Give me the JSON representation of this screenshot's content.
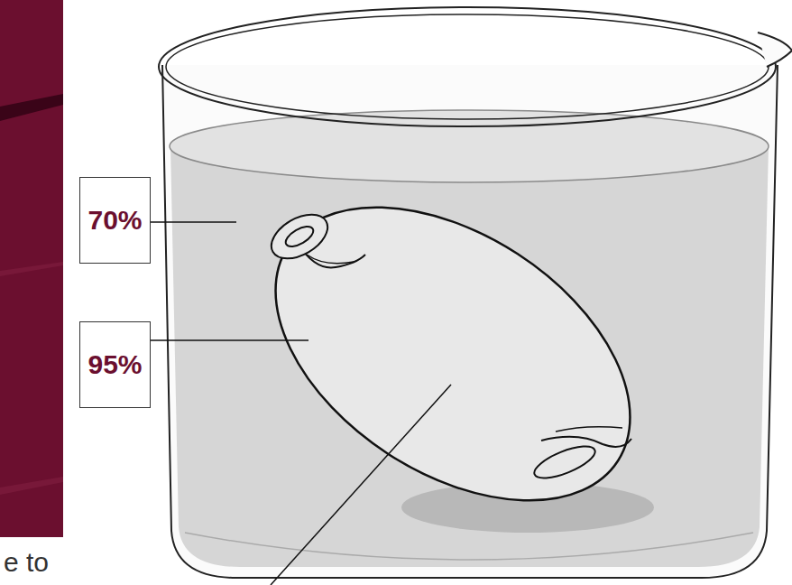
{
  "diagram": {
    "nodes": [
      {
        "text": [
          "70%"
        ]
      },
      {
        "text": [
          "95%"
        ]
      }
    ],
    "labels": [
      "e to"
    ]
  }
}
